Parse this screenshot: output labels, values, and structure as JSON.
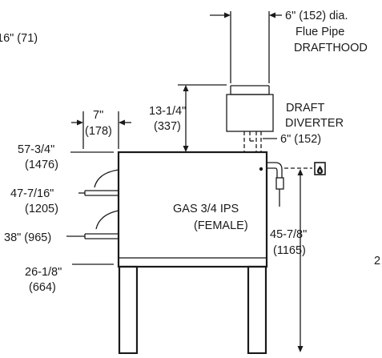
{
  "labels": {
    "top_left_partial": "16\" (71)",
    "flue_dia": "6\" (152) dia.",
    "flue_pipe": "Flue Pipe",
    "drafthood": "DRAFTHOOD",
    "draft": "DRAFT",
    "diverter": "DIVERTER",
    "diverter_dim": "6\" (152)",
    "clear_in": "7\"",
    "clear_mm": "(178)",
    "hood_in": "13-1/4\"",
    "hood_mm": "(337)",
    "top_in": "57-3/4\"",
    "top_mm": "(1476)",
    "deck1_in": "47-7/16\"",
    "deck1_mm": "(1205)",
    "deck2": "38\" (965)",
    "base_in": "26-1/8\"",
    "base_mm": "(664)",
    "gas_line1": "GAS 3/4 IPS",
    "gas_line2": "(FEMALE)",
    "gas_in": "45-7/8\"",
    "gas_mm": "(1165)",
    "right_partial": "2"
  },
  "icons": {
    "gas_symbol": "flame-icon"
  }
}
